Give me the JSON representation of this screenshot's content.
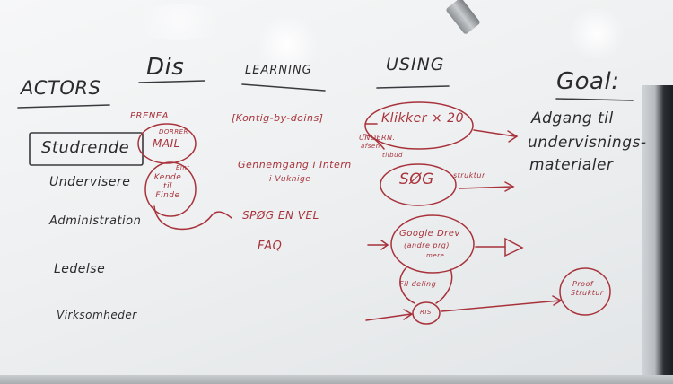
{
  "board": {
    "headers": {
      "actors": "ACTORS",
      "dis": "Dis",
      "learning": "LEARNING",
      "using": "USING",
      "goal": "Goal:"
    },
    "actors": [
      "Studrende",
      "Undervisere",
      "Administration",
      "Ledelse",
      "Virksomheder"
    ],
    "dis_notes": {
      "prenea": "PRENEA",
      "mail_small": "DORRER",
      "mail": "MAIL",
      "kende": "Kende til Finde",
      "kende_small": "Eint"
    },
    "learning_items": [
      "[Kontig-by-doins]",
      "Gennemgang i Intern",
      "i Vuknige",
      "SPØG EN VEL",
      "FAQ"
    ],
    "using_items": {
      "klikker": "Klikker × 20",
      "under": "UNDERN.",
      "afsen": "afsen",
      "tilbud": "tilbud",
      "sog": "SØG",
      "strukt": "struktur",
      "google1": "Google Drev",
      "google2": "(andre prg)",
      "google3": "mere",
      "fil": "Fil deling",
      "ris": "RIS",
      "proof1": "Proof",
      "proof2": "Struktur"
    },
    "goal_lines": [
      "Adgang til",
      "undervisnings-",
      "materialer"
    ],
    "colors": {
      "black_marker": "#2b2b2e",
      "red_marker": "#a8323b",
      "board": "#eef0f1"
    }
  }
}
